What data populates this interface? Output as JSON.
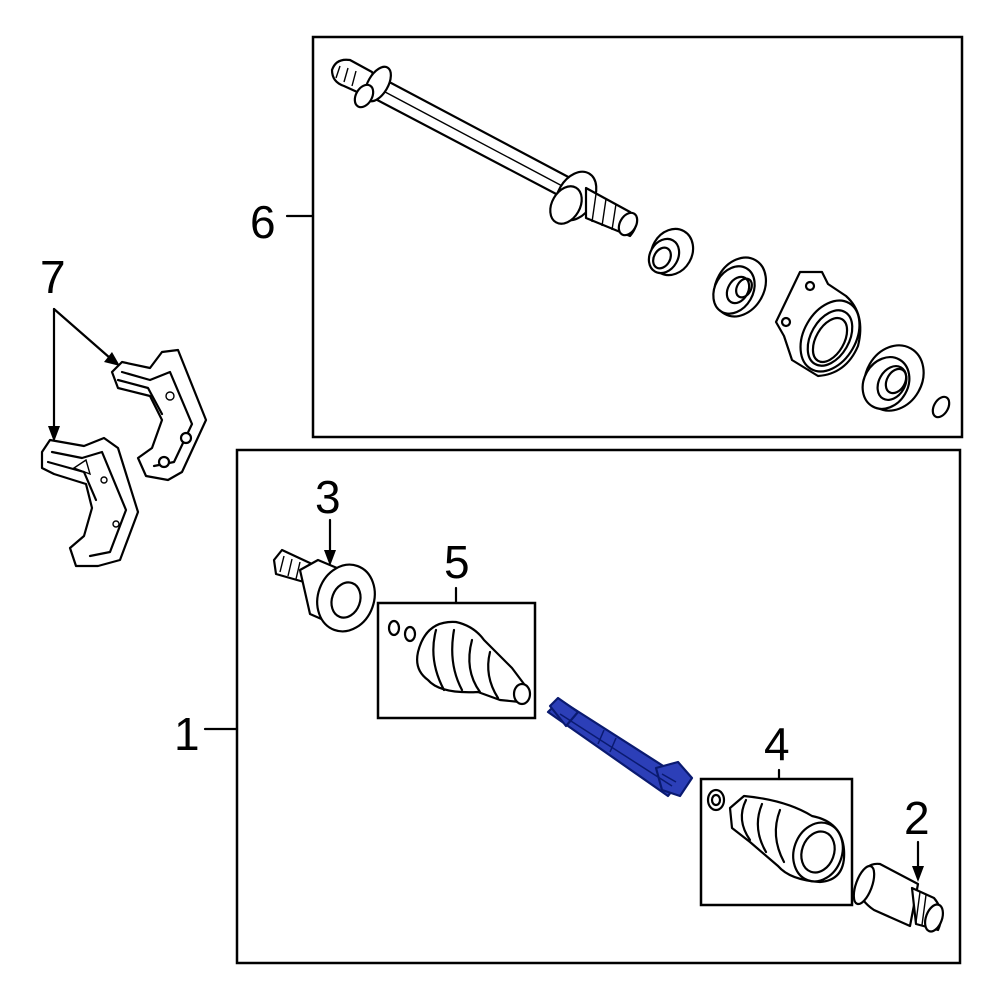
{
  "diagram": {
    "callouts": {
      "c1": "1",
      "c2": "2",
      "c3": "3",
      "c4": "4",
      "c5": "5",
      "c6": "6",
      "c7": "7"
    },
    "highlight_color": "#2c3fb8",
    "line_color": "#000000"
  }
}
